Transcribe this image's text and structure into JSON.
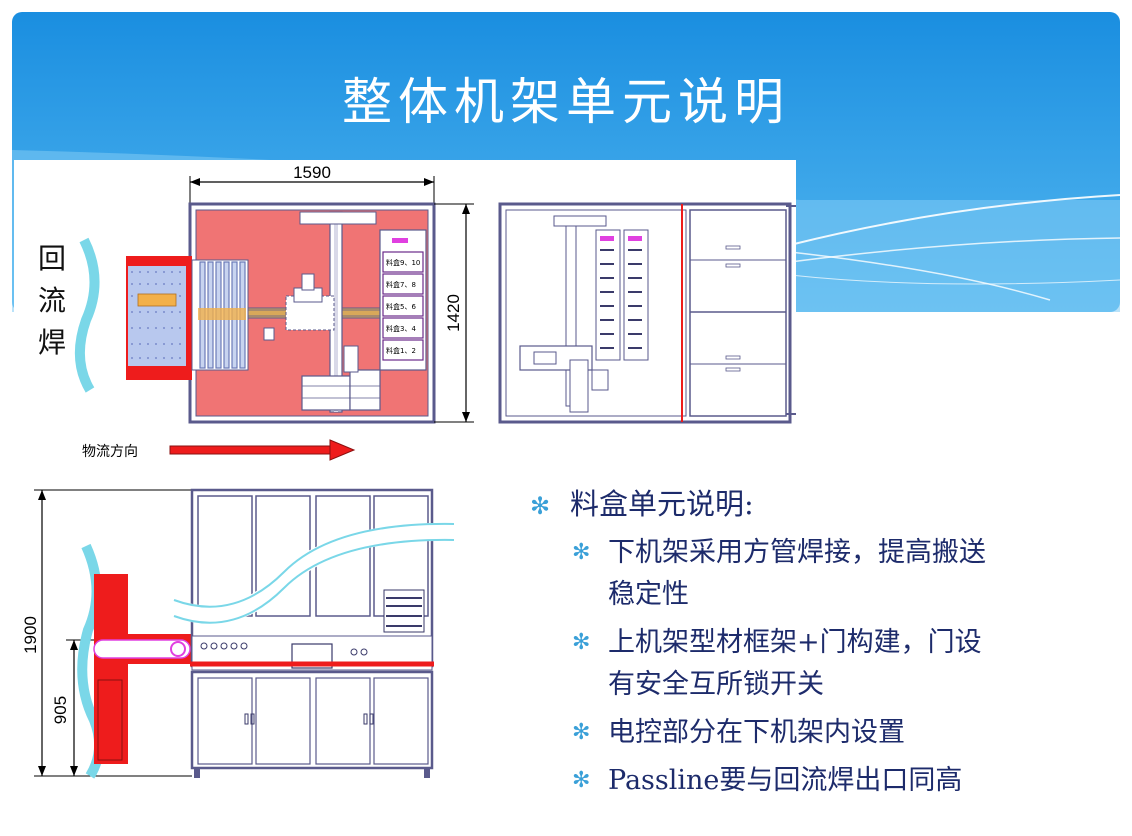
{
  "slide": {
    "title": "整体机架单元说明",
    "colors": {
      "header_blue": "#1d8fe0",
      "red": "#ee1c1c",
      "pink": "#f07474",
      "steel": "#5a5a8c",
      "bullet_text": "#1d2b6b"
    }
  },
  "drawing": {
    "dim_width": "1590",
    "dim_depth": "1420",
    "dim_height_total": "1900",
    "dim_height_pass": "905",
    "reflow_label": [
      "回",
      "流",
      "焊"
    ],
    "flow_label": "物流方向",
    "box_labels": [
      "料盒9、10",
      "料盒7、8",
      "料盒5、6",
      "料盒3、4",
      "料盒1、2"
    ]
  },
  "bullets": {
    "main": "料盒单元说明:",
    "sub": [
      {
        "line1": "下机架采用方管焊接，提高搬送",
        "line2": "稳定性"
      },
      {
        "line1": "上机架型材框架+门构建，门设",
        "line2": "有安全互所锁开关"
      },
      {
        "line1": "电控部分在下机架内设置",
        "line2": ""
      },
      {
        "line1": "Passline要与回流焊出口同高",
        "line2": ""
      }
    ]
  }
}
